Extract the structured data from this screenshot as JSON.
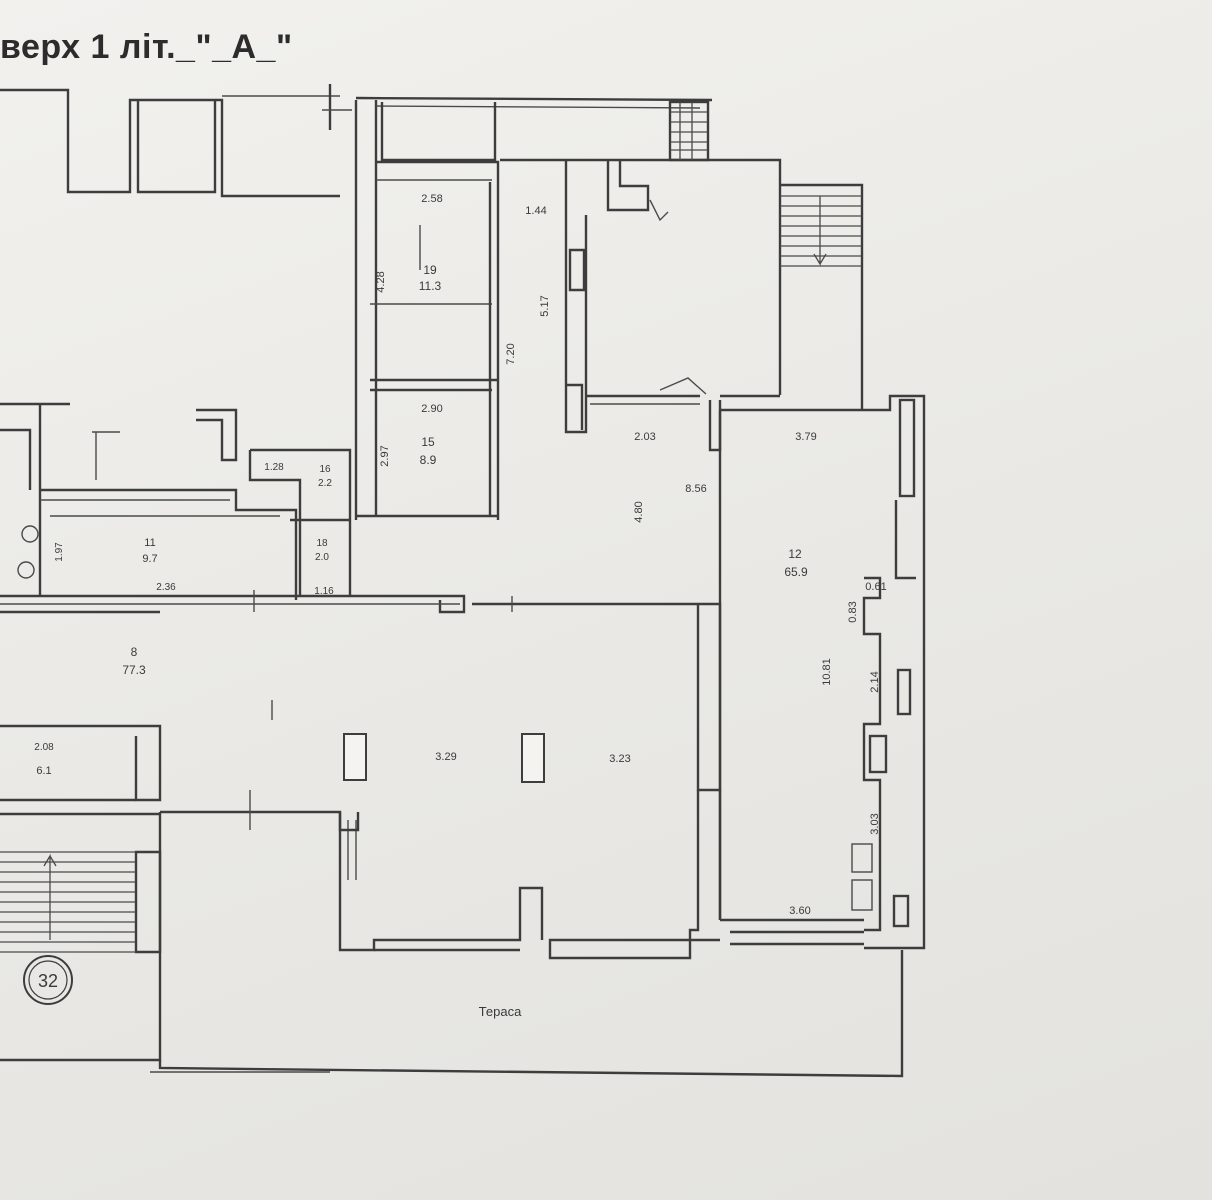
{
  "title": "верх 1 літ._\"_А_\"",
  "rooms": {
    "r12": {
      "number": "12",
      "area": "65.9"
    },
    "r19": {
      "number": "19",
      "area": "11.3"
    },
    "r15": {
      "number": "15",
      "area": "8.9"
    },
    "r16": {
      "number": "16",
      "area": "2.2"
    },
    "r18": {
      "number": "18",
      "area": "2.0"
    },
    "r11": {
      "number": "11",
      "area": "9.7"
    },
    "r8": {
      "number": "8",
      "area": "77.3"
    },
    "r6": {
      "area": "6.1"
    }
  },
  "dimensions": {
    "d_2_58": "2.58",
    "d_1_44": "1.44",
    "d_4_28": "4.28",
    "d_7_20": "7.20",
    "d_5_17": "5.17",
    "d_2_90": "2.90",
    "d_2_97": "2.97",
    "d_2_03": "2.03",
    "d_3_79": "3.79",
    "d_8_56": "8.56",
    "d_4_80": "4.80",
    "d_1_28": "1.28",
    "d_1_97": "1.97",
    "d_2_36": "2.36",
    "d_1_16": "1.16",
    "d_0_61": "0.61",
    "d_0_83": "0.83",
    "d_10_81": "10.81",
    "d_2_14": "2.14",
    "d_2_08": "2.08",
    "d_3_29": "3.29",
    "d_3_23": "3.23",
    "d_3_03": "3.03",
    "d_3_60": "3.60"
  },
  "marker": "32",
  "terrace_label": "Тераса"
}
